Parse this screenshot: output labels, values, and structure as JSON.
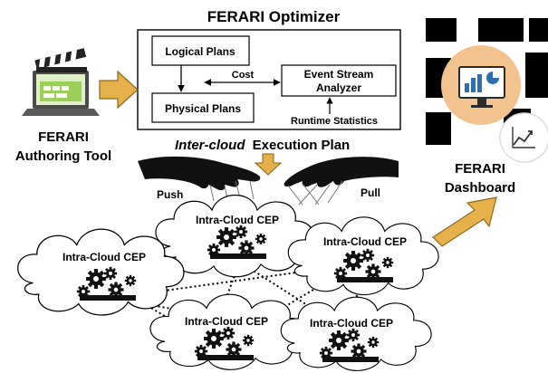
{
  "optimizer": {
    "title": "FERARI Optimizer",
    "logical_plans": "Logical Plans",
    "physical_plans": "Physical Plans",
    "cost": "Cost",
    "event_stream_analyzer_line1": "Event Stream",
    "event_stream_analyzer_line2": "Analyzer",
    "runtime_statistics": "Runtime Statistics"
  },
  "authoring_tool": {
    "line1": "FERARI",
    "line2": "Authoring Tool"
  },
  "execution_plan": {
    "prefix": "Inter-cloud",
    "suffix": "Execution Plan"
  },
  "hands": {
    "push": "Push",
    "pull": "Pull"
  },
  "dashboard": {
    "line1": "FERARI",
    "line2": "Dashboard"
  },
  "clouds": {
    "top": "Intra-Cloud CEP",
    "left": "Intra-Cloud CEP",
    "right": "Intra-Cloud CEP",
    "bottom_left": "Intra-Cloud CEP",
    "bottom_right": "Intra-Cloud CEP"
  },
  "colors": {
    "arrow_fill": "#e6b04a",
    "arrow_stroke": "#8a6a1e",
    "dashboard_circle": "#f2c38e",
    "chart_blue": "#2e6fb0",
    "gear": "#111111"
  },
  "icons": {
    "authoring_tool": "clapperboard-laptop-icon",
    "dashboard": "monitor-chart-icon",
    "trend": "line-trend-icon",
    "cep": "gears-icon"
  }
}
